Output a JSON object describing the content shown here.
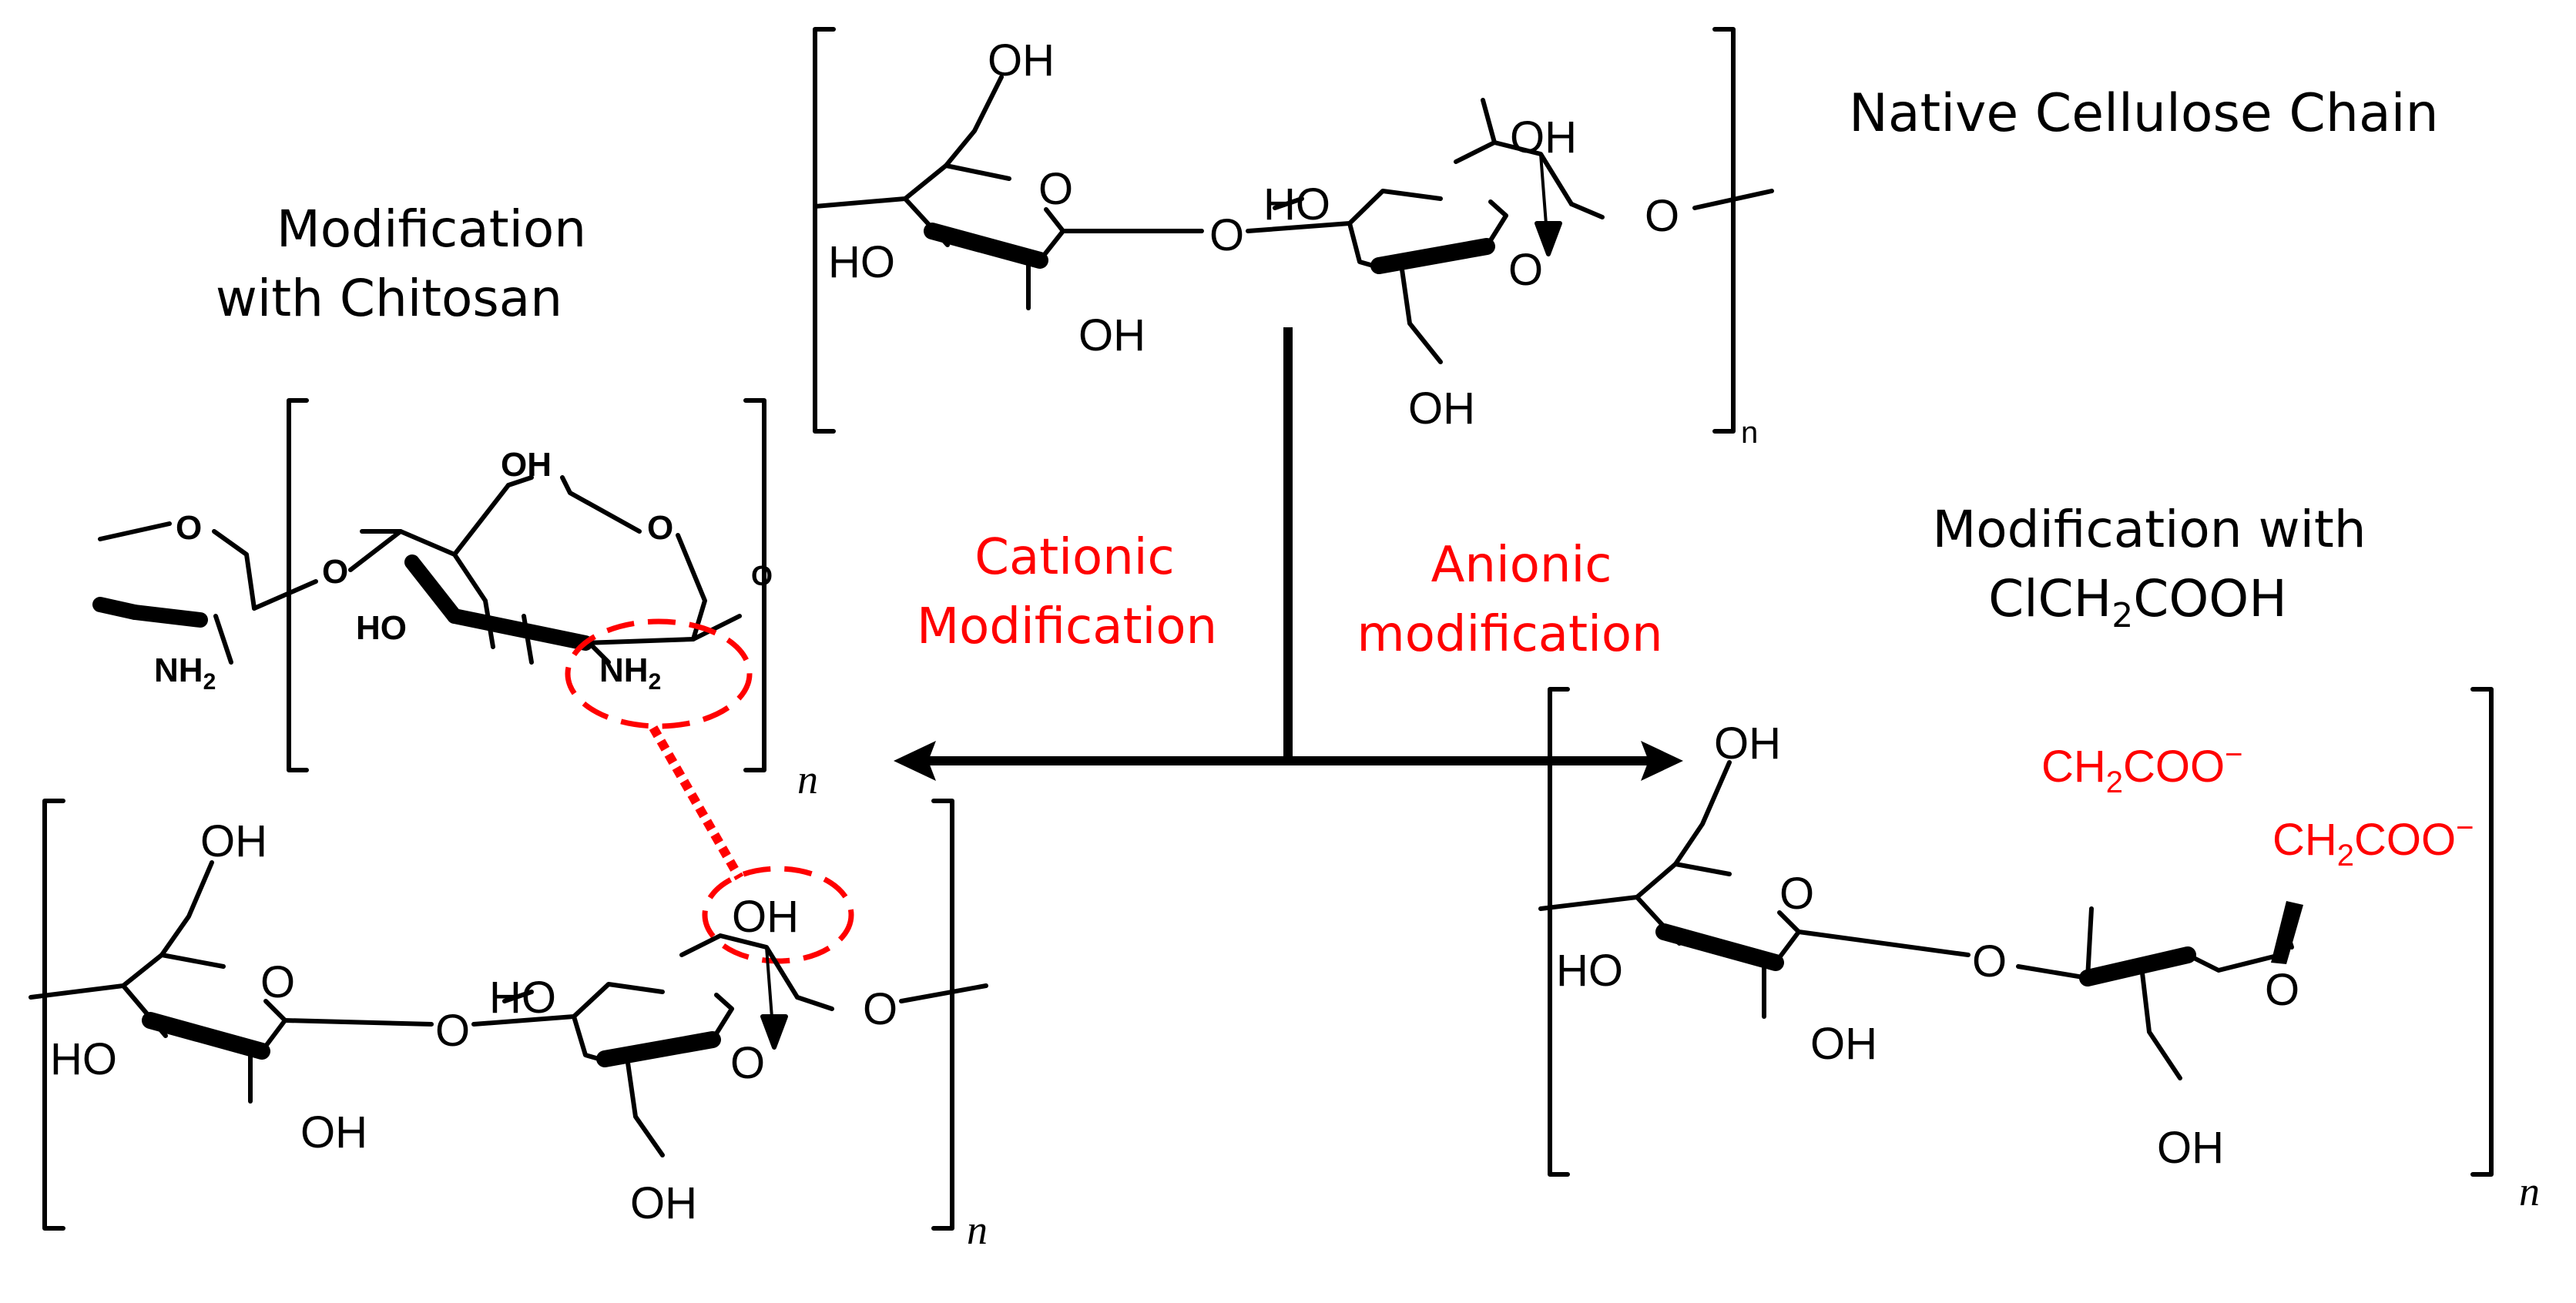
{
  "labels": {
    "native_title": "Native Cellulose Chain",
    "chitosan_title_line1": "Modification",
    "chitosan_title_line2": "with Chitosan",
    "cationic_line1": "Cationic",
    "cationic_line2": "Modification",
    "anionic_line1": "Anionic",
    "anionic_line2": "modification",
    "clch2_title_line1": "Modification with",
    "clch2_title_line2_a": "ClCH",
    "clch2_title_line2_sub": "2",
    "clch2_title_line2_b": "COOH",
    "repeat_n": "n"
  },
  "atoms": {
    "OH": "OH",
    "HO": "HO",
    "O": "O",
    "NH": "NH",
    "sub2": "2"
  },
  "carboxymethyl": {
    "main": "CH",
    "sub": "2",
    "tail": "COO",
    "charge": "−"
  },
  "colors": {
    "accent_red": "#ff0000",
    "structure": "#000000"
  }
}
